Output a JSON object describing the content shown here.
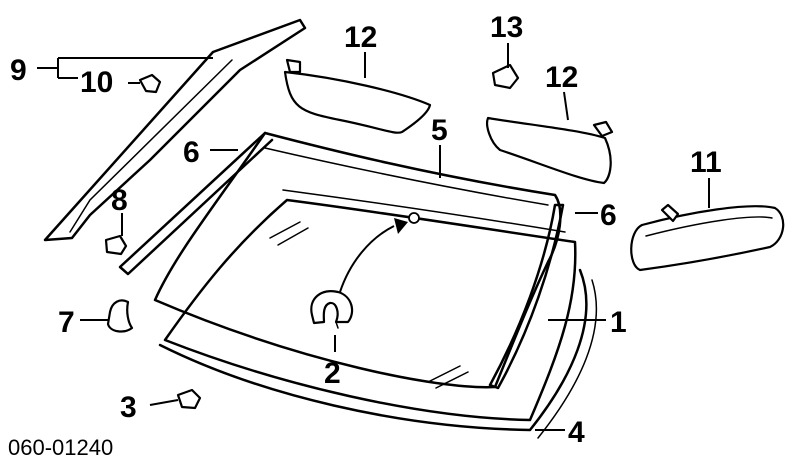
{
  "callouts": {
    "c1": "1",
    "c2": "2",
    "c3": "3",
    "c4": "4",
    "c5": "5",
    "c6a": "6",
    "c6b": "6",
    "c7": "7",
    "c8": "8",
    "c9": "9",
    "c10": "10",
    "c11": "11",
    "c12a": "12",
    "c12b": "12",
    "c13": "13"
  },
  "diagram_code": "060-01240"
}
